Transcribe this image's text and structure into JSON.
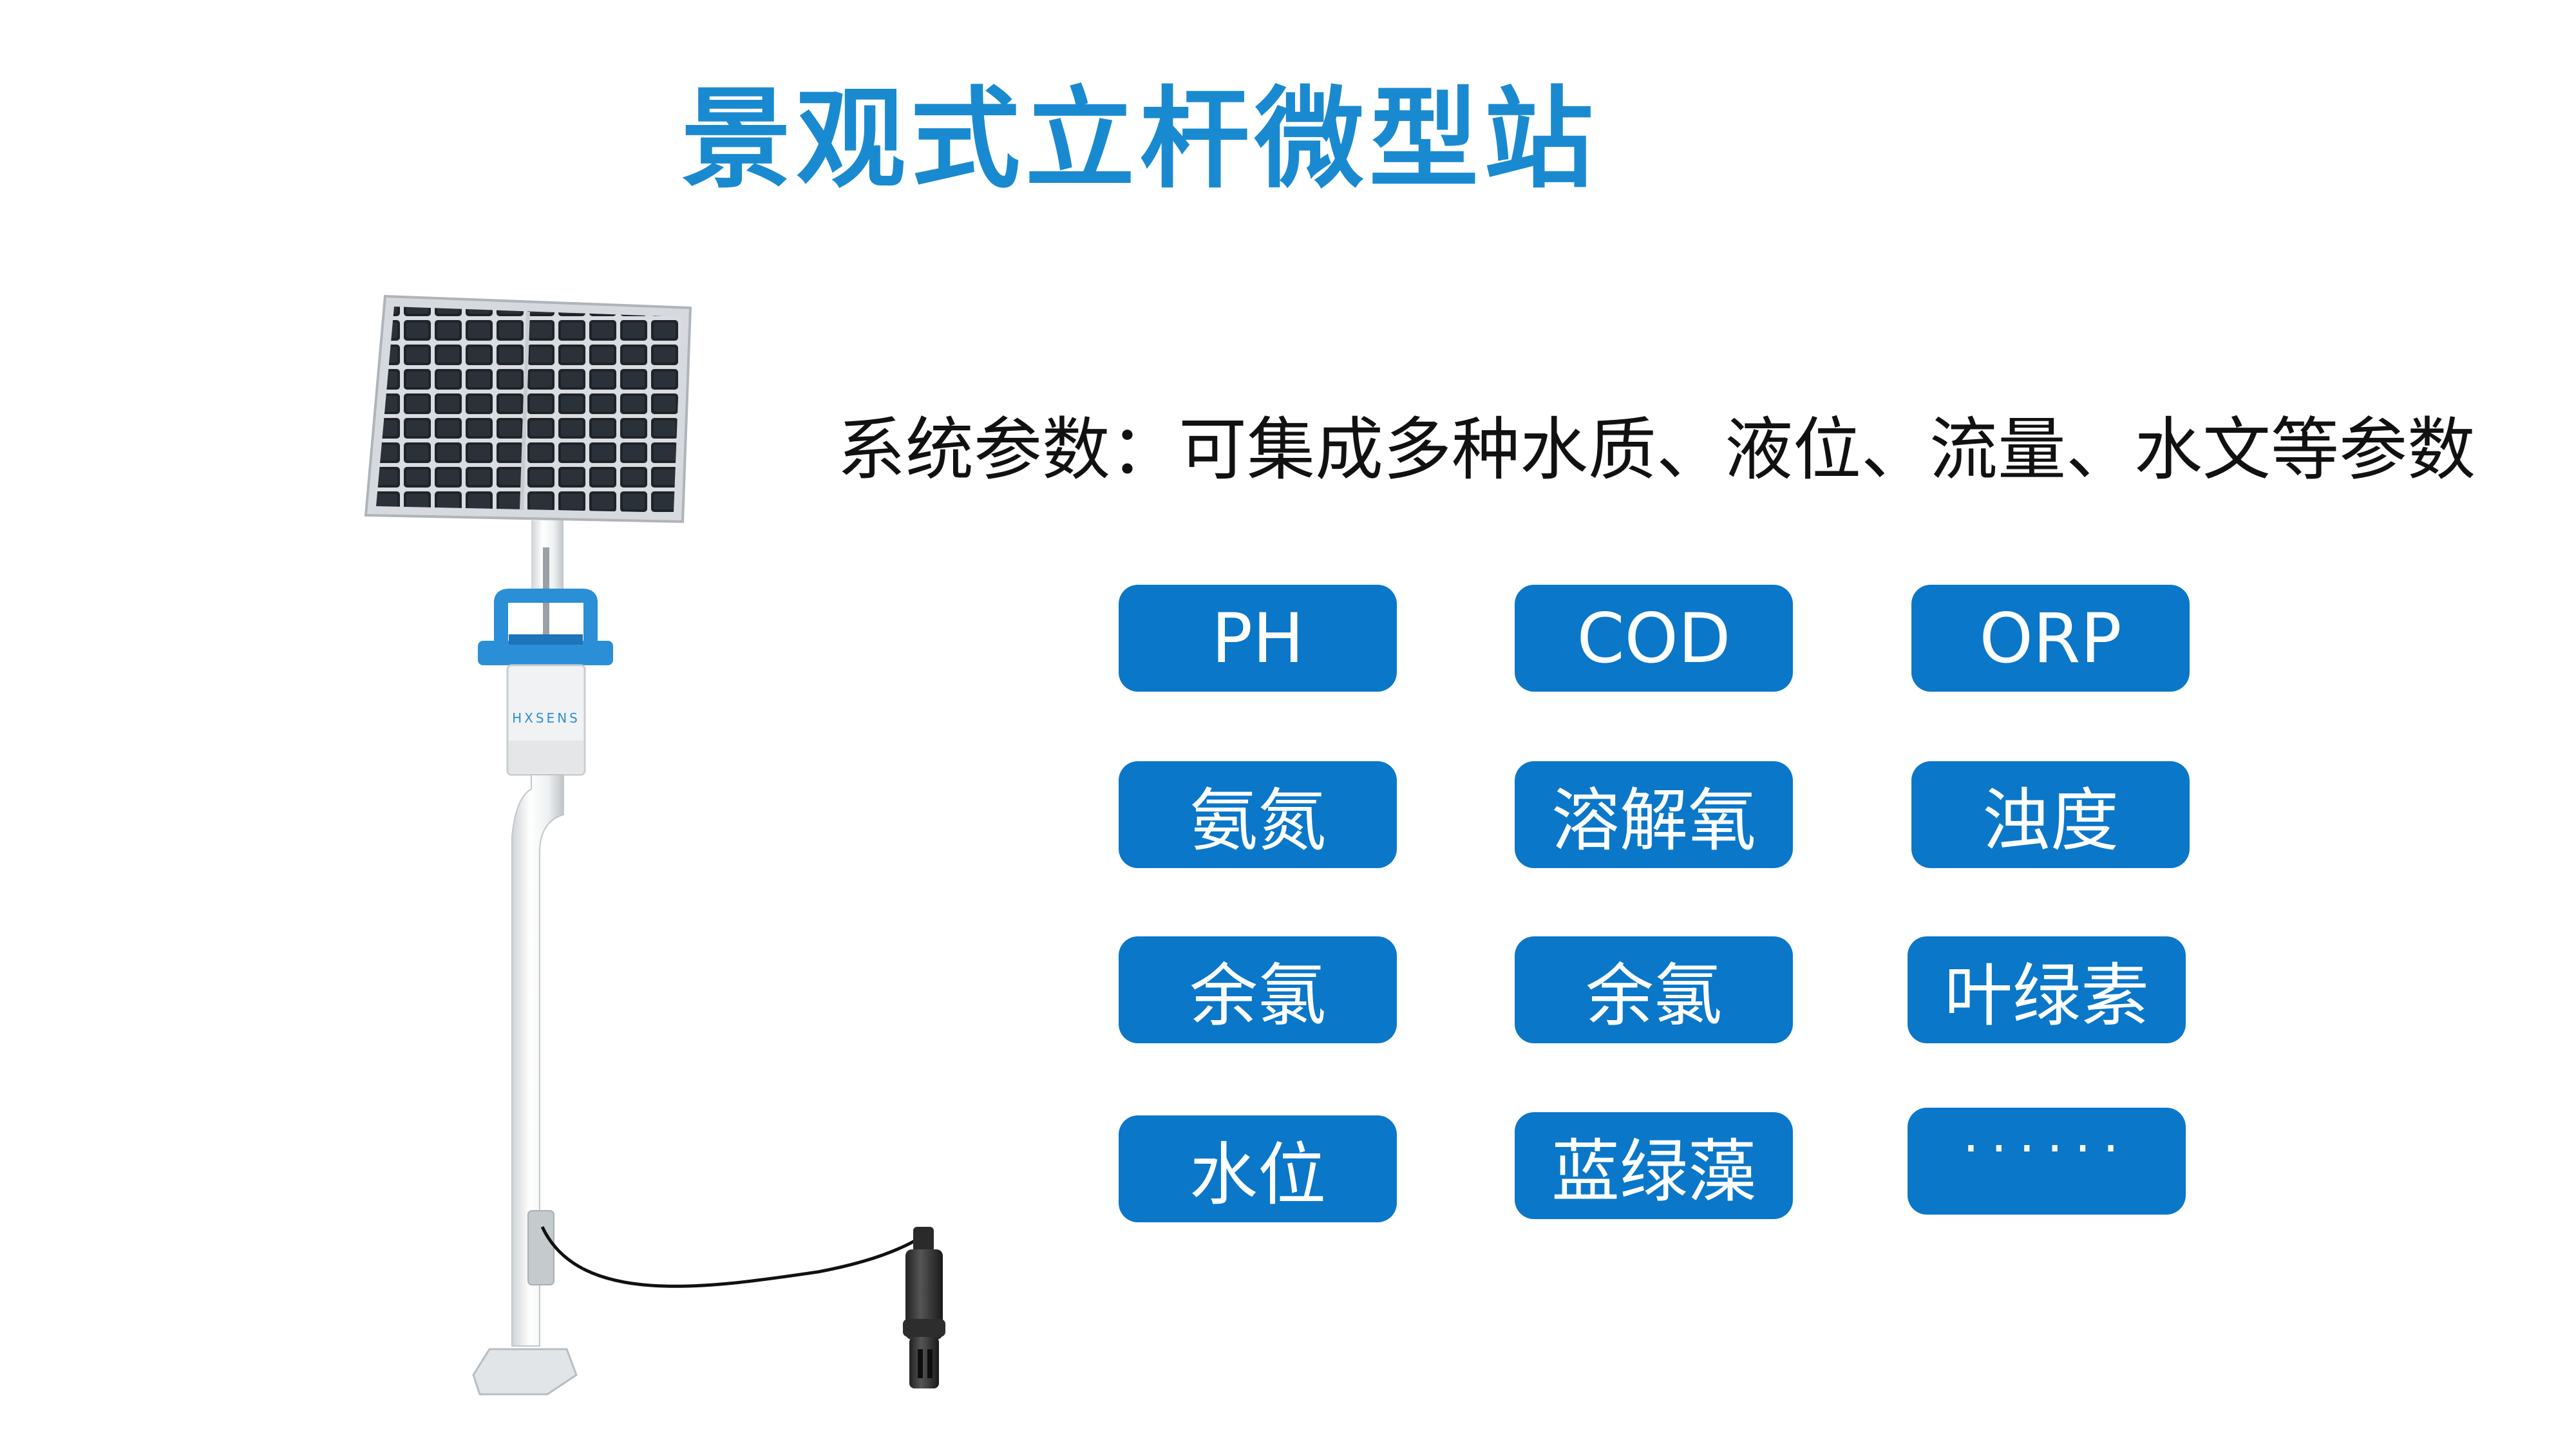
{
  "title": "景观式立杆微型站",
  "subtitle": "系统参数：可集成多种水质、液位、流量、水文等参数",
  "colors": {
    "title": "#1a8ad0",
    "button": "#0a77c9",
    "text": "#111111"
  },
  "device": {
    "brand": "HXSENS"
  },
  "parameters": [
    "PH",
    "COD",
    "ORP",
    "氨氮",
    "溶解氧",
    "浊度",
    "余氯",
    "余氯",
    "叶绿素",
    "水位",
    "蓝绿藻",
    "······"
  ]
}
